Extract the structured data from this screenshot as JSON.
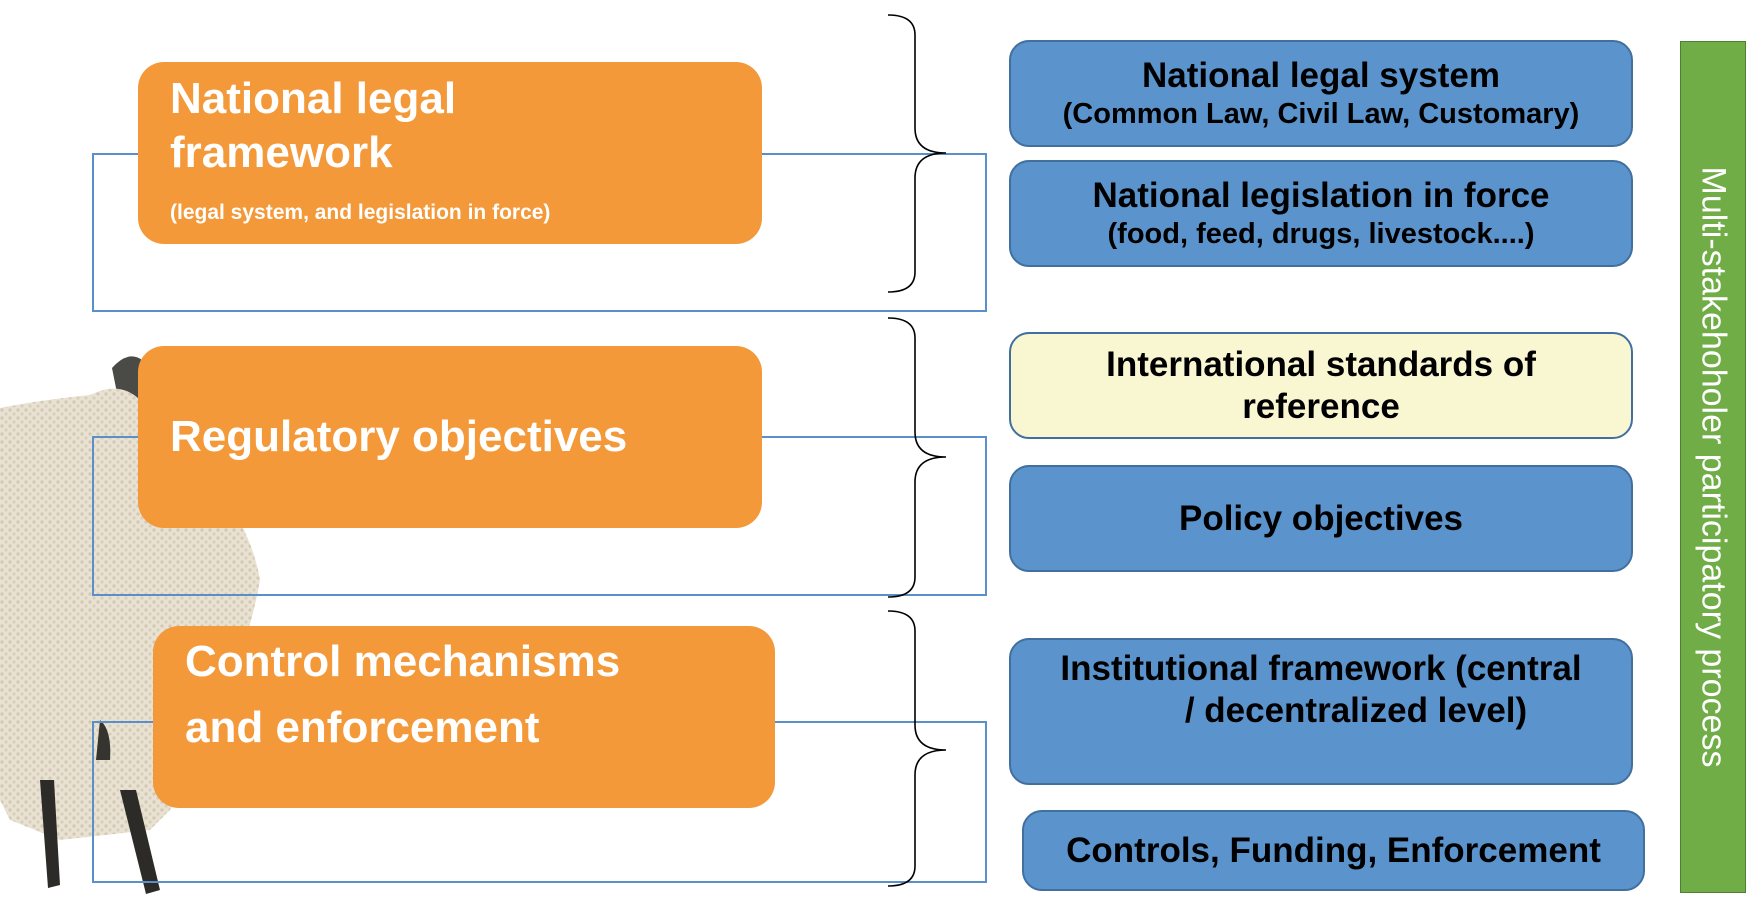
{
  "groups": [
    {
      "title_lines": [
        "National legal",
        "framework"
      ],
      "subtitle": "(legal system, and legislation in force)",
      "items": [
        {
          "lines": [
            "National legal system",
            "(Common Law, Civil Law, Customary)"
          ]
        },
        {
          "lines": [
            "National legislation in force",
            "(food, feed, drugs, livestock....)"
          ]
        }
      ]
    },
    {
      "title_lines": [
        "Regulatory objectives"
      ],
      "items": [
        {
          "lines": [
            "International standards of",
            "reference"
          ]
        },
        {
          "lines": [
            "Policy objectives"
          ]
        }
      ]
    },
    {
      "title_lines": [
        "Control mechanisms",
        "and enforcement"
      ],
      "items": [
        {
          "lines": [
            "Institutional framework (central",
            "/ decentralized level)"
          ]
        },
        {
          "lines": [
            "Controls, Funding, Enforcement"
          ]
        }
      ]
    }
  ],
  "side_label": "Multi-stakehoholer participatory process",
  "colors": {
    "orange": "#f4993a",
    "blue": "#5b93cc",
    "yellow": "#f9f6d2",
    "green": "#70ad47"
  }
}
